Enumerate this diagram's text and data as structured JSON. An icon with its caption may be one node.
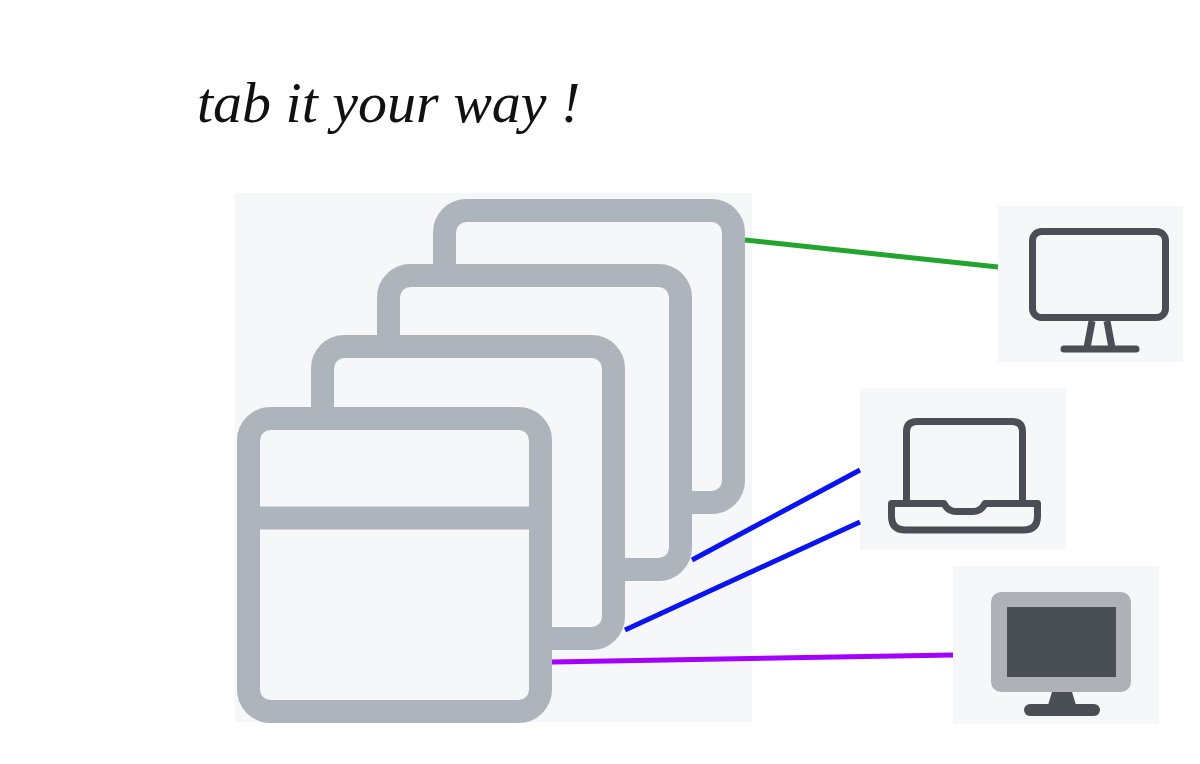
{
  "diagram": {
    "title": "tab it your way !",
    "nodes": [
      {
        "text": [],
        "shape": "box"
      },
      {
        "text": [],
        "shape": "box"
      },
      {
        "text": [],
        "shape": "box"
      },
      {
        "text": [],
        "shape": "box"
      },
      {
        "text": [],
        "shape": "picture"
      },
      {
        "text": [],
        "shape": "picture"
      },
      {
        "text": [],
        "shape": "picture"
      }
    ],
    "edges": [
      {
        "from": 0,
        "to": 4,
        "arrow": "none",
        "color": "#22a52e"
      },
      {
        "from": 1,
        "to": 5,
        "arrow": "none"
      },
      {
        "from": 2,
        "to": 5,
        "arrow": "none"
      },
      {
        "from": 3,
        "to": 6,
        "arrow": "none",
        "color": "#a300ff"
      }
    ]
  }
}
